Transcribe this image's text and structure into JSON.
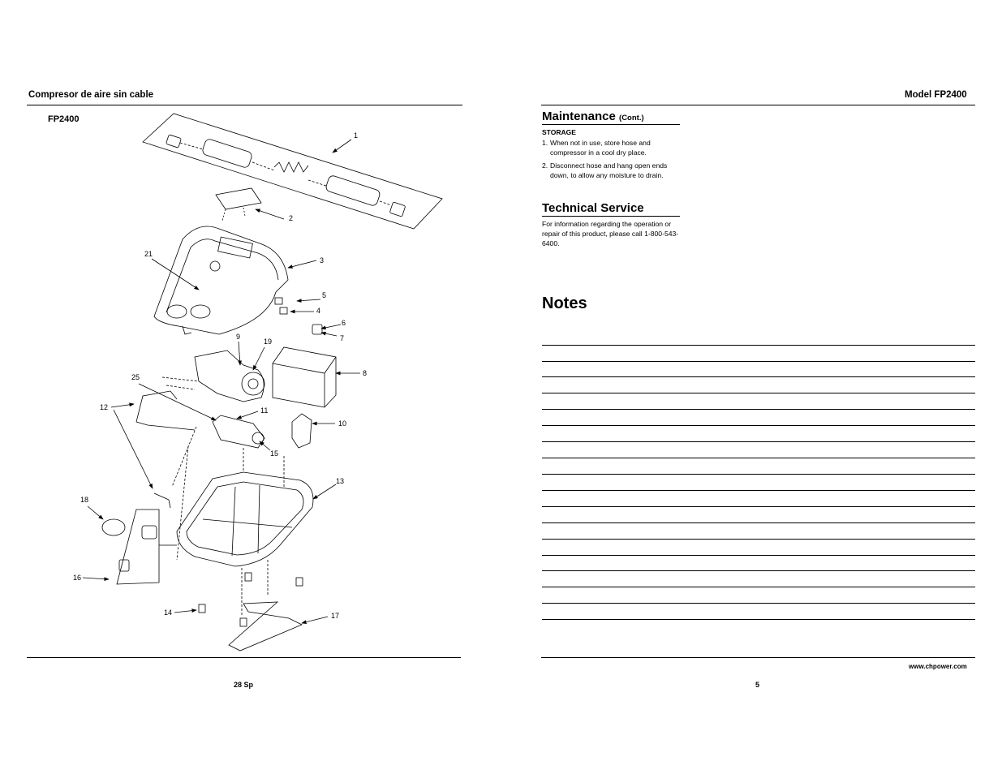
{
  "left_page": {
    "header": "Compresor de aire sin cable",
    "model_label": "FP2400",
    "page_number": "28 Sp",
    "callouts": [
      "1",
      "2",
      "3",
      "21",
      "5",
      "4",
      "6",
      "7",
      "9",
      "19",
      "8",
      "25",
      "12",
      "11",
      "10",
      "15",
      "13",
      "18",
      "16",
      "14",
      "17"
    ]
  },
  "right_page": {
    "header": "Model FP2400",
    "maintenance": {
      "title": "Maintenance",
      "title_suffix": "(Cont.)",
      "subhead": "STORAGE",
      "items": [
        {
          "num": "1.",
          "text": "When not in use, store hose and compressor in a cool dry place."
        },
        {
          "num": "2.",
          "text": "Disconnect hose and hang open ends down, to allow any moisture to drain."
        }
      ]
    },
    "technical": {
      "title": "Technical Service",
      "text": "For information regarding the operation or repair of this product, please call 1-800-543-6400."
    },
    "notes_title": "Notes",
    "website": "www.chpower.com",
    "page_number": "5"
  }
}
